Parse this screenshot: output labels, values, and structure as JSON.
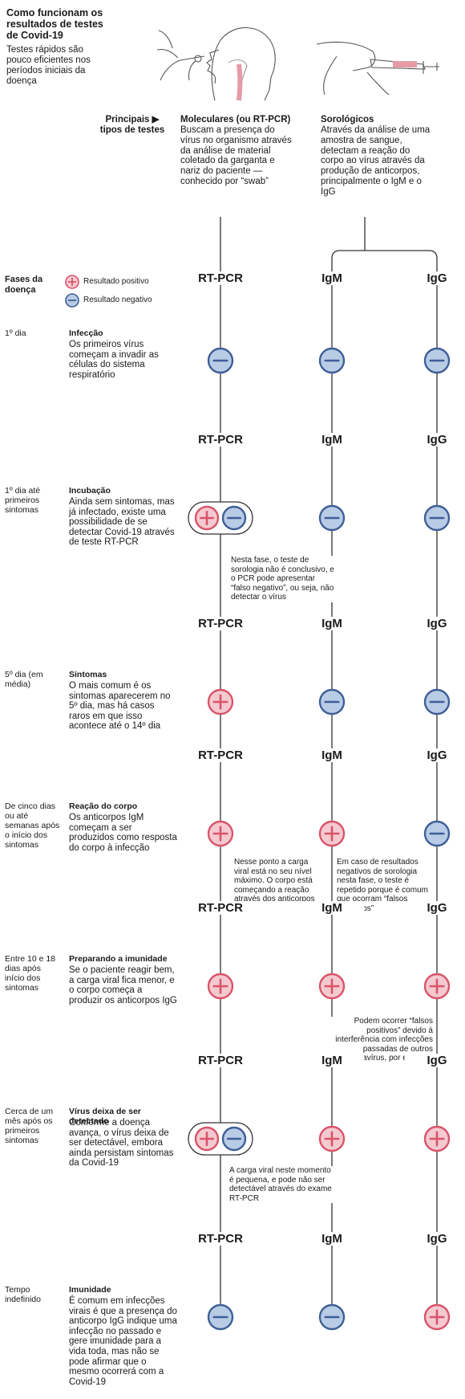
{
  "header": {
    "title": "Como funcionam os resultados de testes de Covid-19",
    "subtitle": "Testes rápidos são pouco eficientes nos períodos iniciais da doença"
  },
  "types": {
    "label": "Principais ▶ tipos de testes",
    "molecular": {
      "title": "Moleculares (ou RT-PCR)",
      "desc": "Buscam a presença do vírus no organismo através da análise de material coletado da garganta e nariz do paciente —conhecido por “swab”"
    },
    "serologic": {
      "title": "Sorológicos",
      "desc": "Através da análise de uma amostra de sangue, detectam a reação do corpo ao vírus através da produção de anticorpos, principalmente o IgM e o IgG"
    }
  },
  "legend": {
    "heading": "Fases da doença",
    "positive": "Resultado positivo",
    "negative": "Resultado negativo"
  },
  "columns": [
    "RT-PCR",
    "IgM",
    "IgG"
  ],
  "colors": {
    "positive_fill": "#f4c9cf",
    "positive_stroke": "#d9546a",
    "negative_fill": "#b9cce6",
    "negative_stroke": "#3e5f97",
    "line": "#333333"
  },
  "phases": [
    {
      "when": "1º dia",
      "title": "Infecção",
      "desc": "Os primeiros vírus começam a invadir as células do sistema respiratório",
      "results": [
        "neg",
        "neg",
        "neg"
      ]
    },
    {
      "when": "1º dia até primeiros sintomas",
      "title": "Incubação",
      "desc": "Ainda sem sintomas, mas já infectado, existe uma possibilidade de se detectar Covid-19 através de teste RT-PCR",
      "results": [
        "both",
        "neg",
        "neg"
      ],
      "note": "Nesta fase, o teste de sorologia não é conclusivo, e o PCR pode apresentar “falso negativo”, ou seja, não detectar o vírus"
    },
    {
      "when": "5º dia (em média)",
      "title": "Sintomas",
      "desc": "O mais comum é os sintomas aparecerem no 5º dia, mas há casos raros em que isso acontece até o 14º dia",
      "results": [
        "pos",
        "neg",
        "neg"
      ]
    },
    {
      "when": "De cinco dias ou até semanas após o início dos sintomas",
      "title": "Reação do corpo",
      "desc": "Os anticorpos IgM começam a ser produzidos como resposta do corpo à infecção",
      "results": [
        "pos",
        "pos",
        "neg"
      ],
      "note": "Nesse ponto a carga viral está no seu nível máximo. O corpo está começando a reação através dos anticorpos",
      "note2": "Em caso de resultados negativos de sorologia nesta fase, o teste é repetido porque é comum que ocorram “falsos negativos”"
    },
    {
      "when": "Entre 10 e 18 dias após início dos sintomas",
      "title": "Preparando a imunidade",
      "desc": "Se o paciente reagir bem, a carga viral fica menor, e o corpo começa a produzir os anticorpos IgG",
      "results": [
        "pos",
        "pos",
        "pos"
      ],
      "note2": "Podem ocorrer “falsos positivos” devido à interferência com infecções passadas de outros coronavírus, por exemplo"
    },
    {
      "when": "Cerca de um mês após os primeiros sintomas",
      "title": "Vírus deixa de ser detectado",
      "desc": "Conforme a doença avança, o vírus deixa de ser detectável, embora ainda persistam sintomas da Covid-19",
      "results": [
        "both",
        "pos",
        "pos"
      ],
      "note": "A carga viral neste momento é pequena, e pode não ser detectável através do exame RT-PCR"
    },
    {
      "when": "Tempo indefinido",
      "title": "Imunidade",
      "desc": "É comum em infecções virais é que a presença do anticorpo IgG indique uma infecção no passado e gere imunidade para a vida toda, mas não se pode afirmar que o mesmo ocorrerá com a Covid-19",
      "results": [
        "neg",
        "neg",
        "pos"
      ]
    }
  ]
}
